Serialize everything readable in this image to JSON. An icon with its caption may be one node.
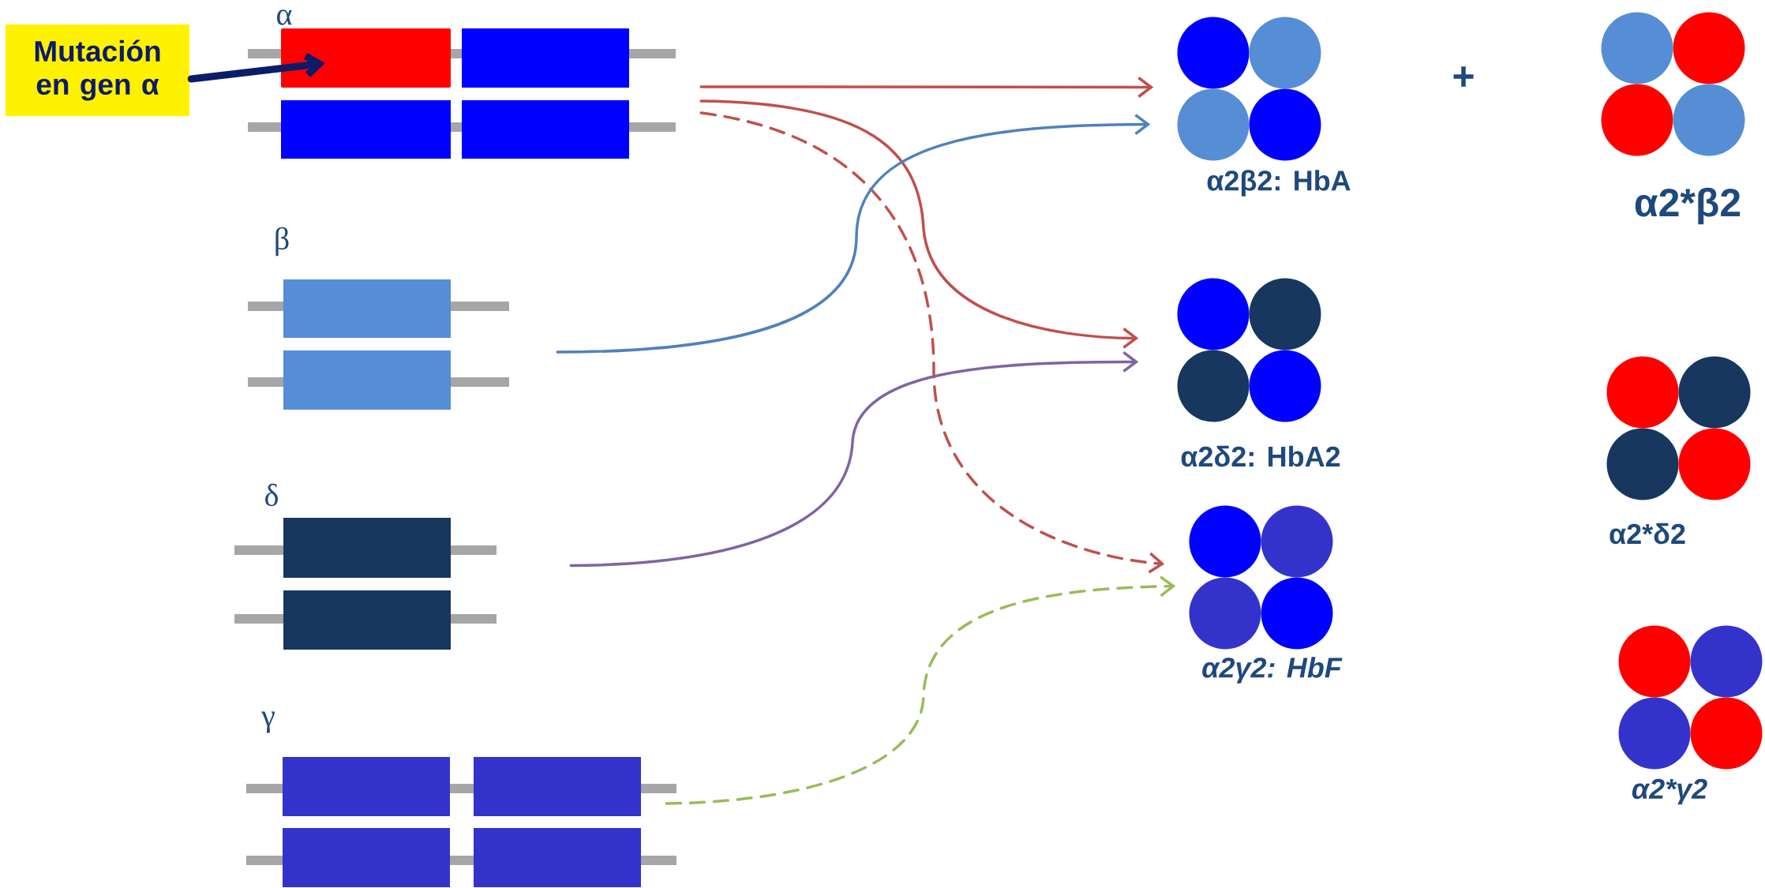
{
  "diagram": {
    "nodes": [
      {
        "text": [
          "Mutación en gen α"
        ]
      },
      {
        "text": [
          "α"
        ]
      },
      {
        "text": [],
        "shape": "box",
        "in": 1
      },
      {
        "text": [
          "β"
        ]
      },
      {
        "text": [
          "δ"
        ]
      },
      {
        "text": [
          "γ"
        ]
      },
      {
        "text": [
          "α2β2: HbA"
        ]
      },
      {
        "text": [
          "α2δ2: HbA2"
        ]
      },
      {
        "text": [
          "α2γ2: HbF"
        ]
      },
      {
        "text": [
          "α2*β2"
        ]
      },
      {
        "text": [
          "α2*δ2"
        ]
      },
      {
        "text": [
          "α2*γ2"
        ]
      }
    ],
    "edges": [
      {
        "from": 0,
        "to": 2,
        "arrow": "to",
        "style": "thick",
        "color": "#0d1b6b"
      },
      {
        "from": 1,
        "to": 6,
        "arrow": "to",
        "color": "#c0504d"
      },
      {
        "from": 1,
        "to": 7,
        "arrow": "to",
        "color": "#c0504d"
      },
      {
        "from": 1,
        "to": 8,
        "arrow": "to",
        "style": "dashed",
        "color": "#c0504d"
      },
      {
        "from": 3,
        "to": 6,
        "arrow": "to",
        "color": "#4f81bd"
      },
      {
        "from": 4,
        "to": 7,
        "arrow": "to",
        "color": "#8064a2"
      },
      {
        "from": 5,
        "to": 8,
        "arrow": "to",
        "style": "dashed",
        "color": "#9bbb59"
      }
    ],
    "labels": [
      "+"
    ]
  }
}
